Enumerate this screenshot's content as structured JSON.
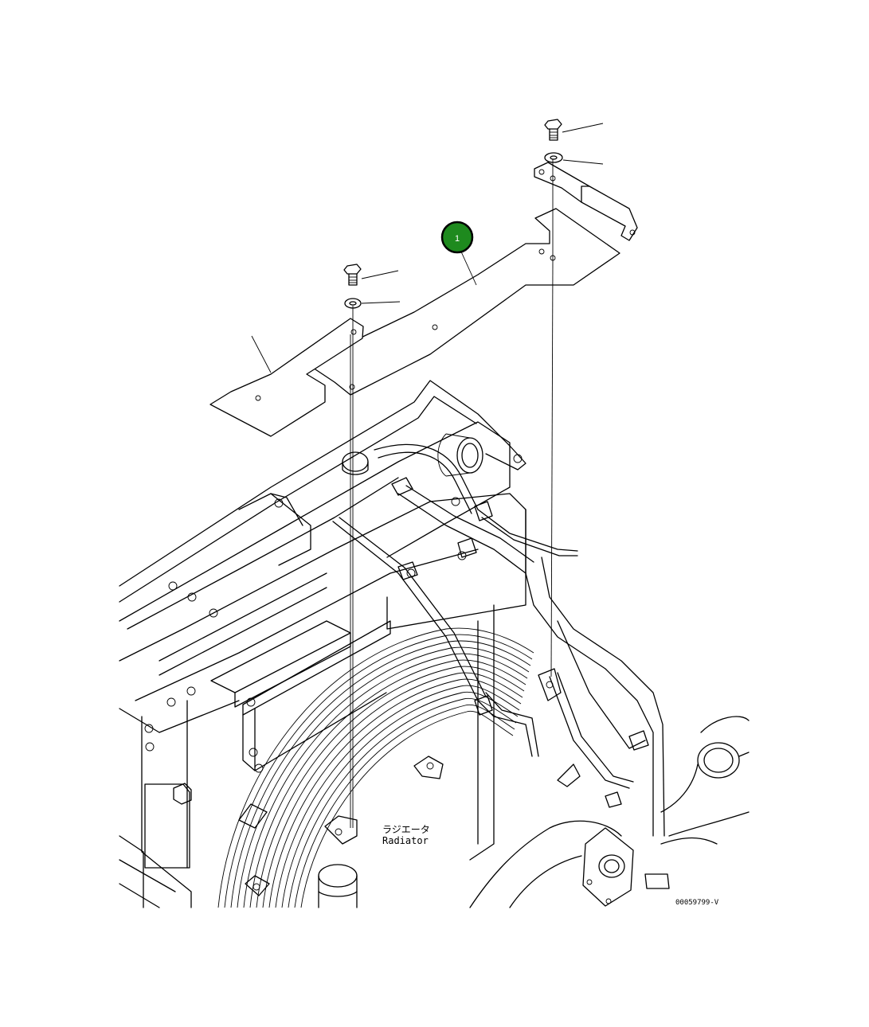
{
  "callouts": [
    {
      "label": "1",
      "color": "#1e8a1e",
      "ring": "#000000"
    }
  ],
  "annotations": {
    "radiator_jp": "ラジエータ",
    "radiator_en": "Radiator"
  },
  "drawing_number": "00059799-V"
}
